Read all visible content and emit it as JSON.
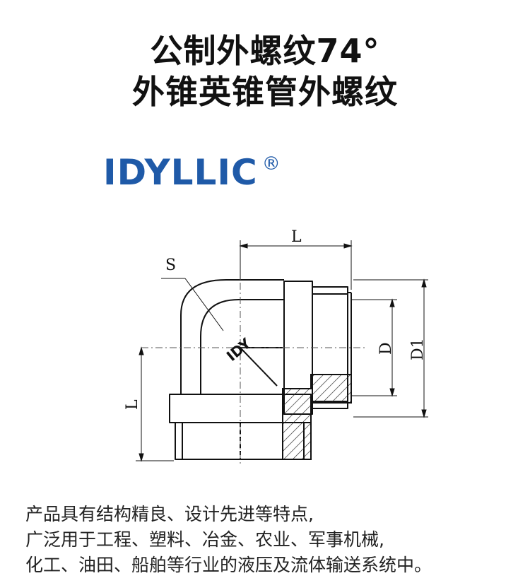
{
  "title": {
    "line1": "公制外螺纹74°",
    "line2": "外锥英锥管外螺纹"
  },
  "brand": {
    "name": "IDYLLIC",
    "registered_mark": "®",
    "color": "#1f5aa8"
  },
  "drawing": {
    "labels": {
      "s": "S",
      "l_top": "L",
      "l_left": "L",
      "d": "D",
      "d1": "D1",
      "part_mark": "IDY"
    }
  },
  "description": {
    "line1": "产品具有结构精良、设计先进等特点,",
    "line2": "广泛用于工程、塑料、冶金、农业、军事机械,",
    "line3": "化工、油田、船舶等行业的液压及流体输送系统中。"
  }
}
